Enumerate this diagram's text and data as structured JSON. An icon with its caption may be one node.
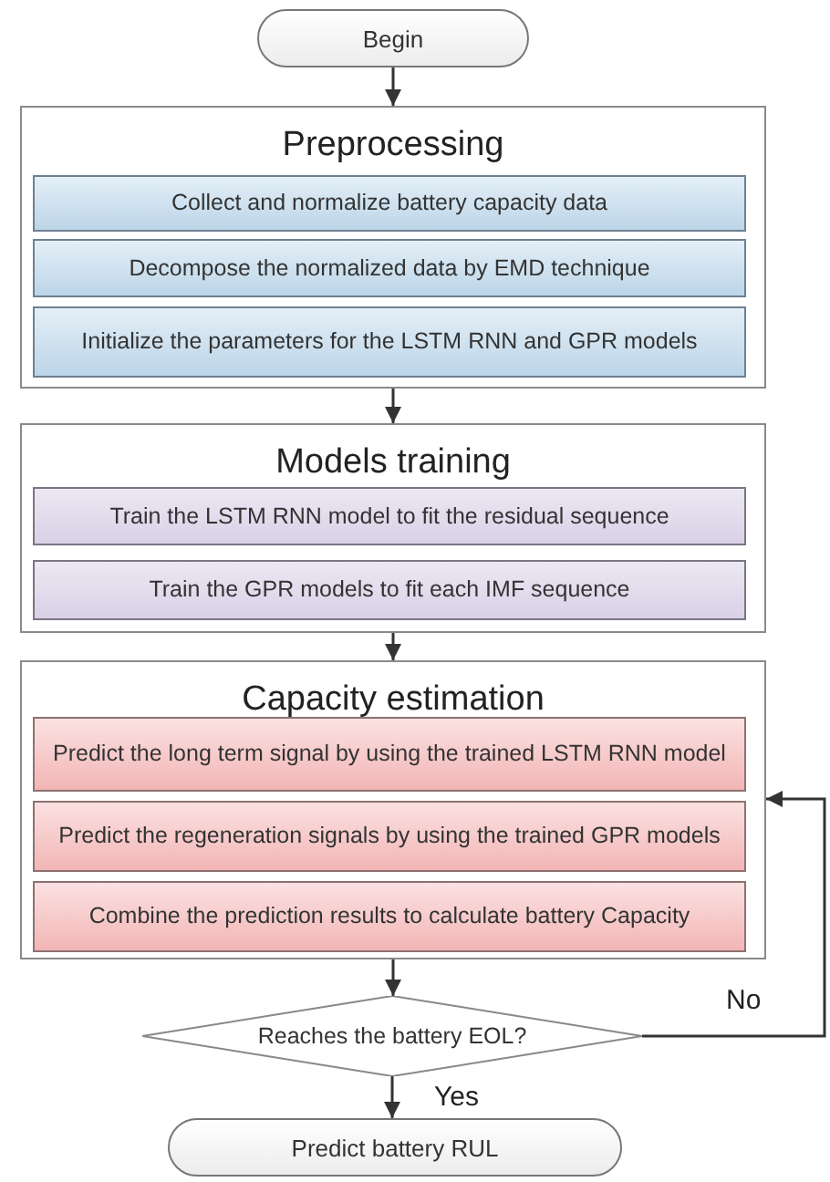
{
  "diagram": {
    "nodes": [
      {
        "text": [
          "Begin"
        ]
      },
      {
        "text": [
          "Preprocessing"
        ]
      },
      {
        "text": [
          "Collect and normalize battery capacity data"
        ],
        "in": 1
      },
      {
        "text": [
          "Decompose the normalized data by EMD technique"
        ],
        "in": 1
      },
      {
        "text": [
          "Initialize the parameters for the LSTM RNN and GPR models"
        ],
        "in": 1
      },
      {
        "text": [
          "Models training"
        ]
      },
      {
        "text": [
          "Train the LSTM RNN model to fit the residual sequence"
        ],
        "in": 5
      },
      {
        "text": [
          "Train the GPR models to fit each IMF sequence"
        ],
        "in": 5
      },
      {
        "text": [
          "Capacity estimation"
        ]
      },
      {
        "text": [
          "Predict the long term signal by using the trained LSTM RNN model"
        ],
        "in": 8
      },
      {
        "text": [
          "Predict the regeneration signals by using the trained GPR models"
        ],
        "in": 8
      },
      {
        "text": [
          "Combine the prediction results to calculate battery Capacity"
        ],
        "in": 8
      },
      {
        "text": [
          "Reaches the battery EOL?"
        ]
      },
      {
        "text": [
          "Predict battery RUL"
        ]
      }
    ],
    "edges": [
      {
        "from": 0,
        "to": 1,
        "arrow": "to"
      },
      {
        "from": 1,
        "to": 5,
        "arrow": "to"
      },
      {
        "from": 5,
        "to": 8,
        "arrow": "to"
      },
      {
        "from": 8,
        "to": 12,
        "arrow": "to"
      },
      {
        "from": 12,
        "to": 13,
        "arrow": "to",
        "label": "Yes"
      },
      {
        "from": 12,
        "to": 8,
        "arrow": "to",
        "label": "No"
      }
    ]
  }
}
